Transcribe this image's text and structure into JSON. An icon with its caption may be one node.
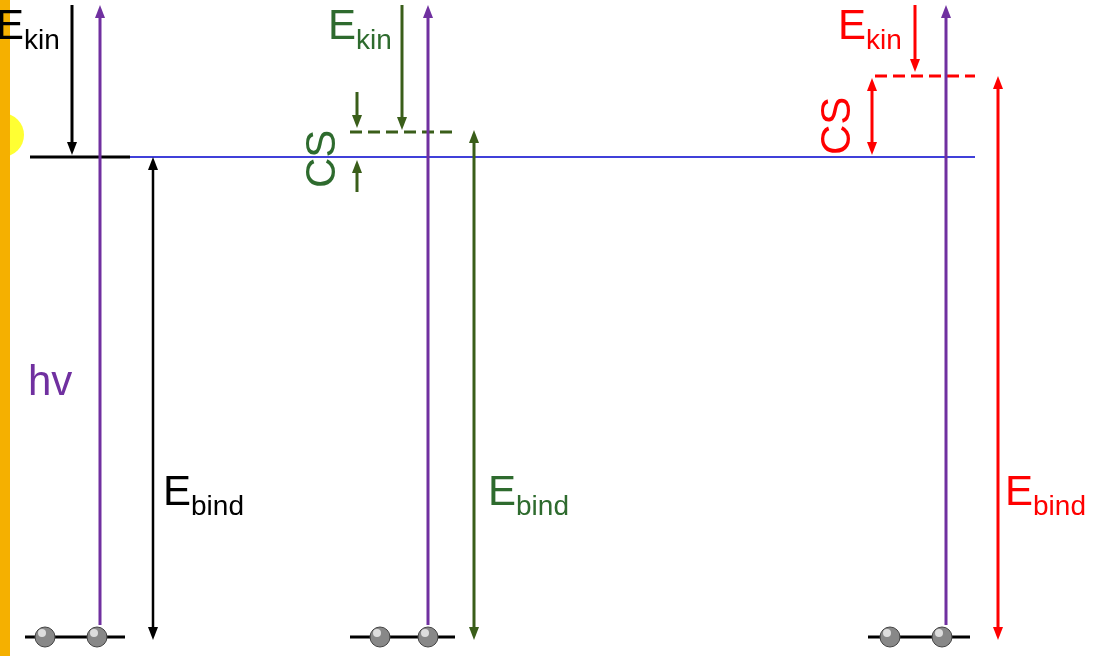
{
  "diagram": {
    "labels": [
      "E$_{kin}$",
      "hv",
      "E$_{bind}$",
      "E$_{kin}$",
      "CS",
      "E$_{bind}$",
      "E$_{kin}$",
      "CS",
      "E$_{bind}$"
    ]
  }
}
